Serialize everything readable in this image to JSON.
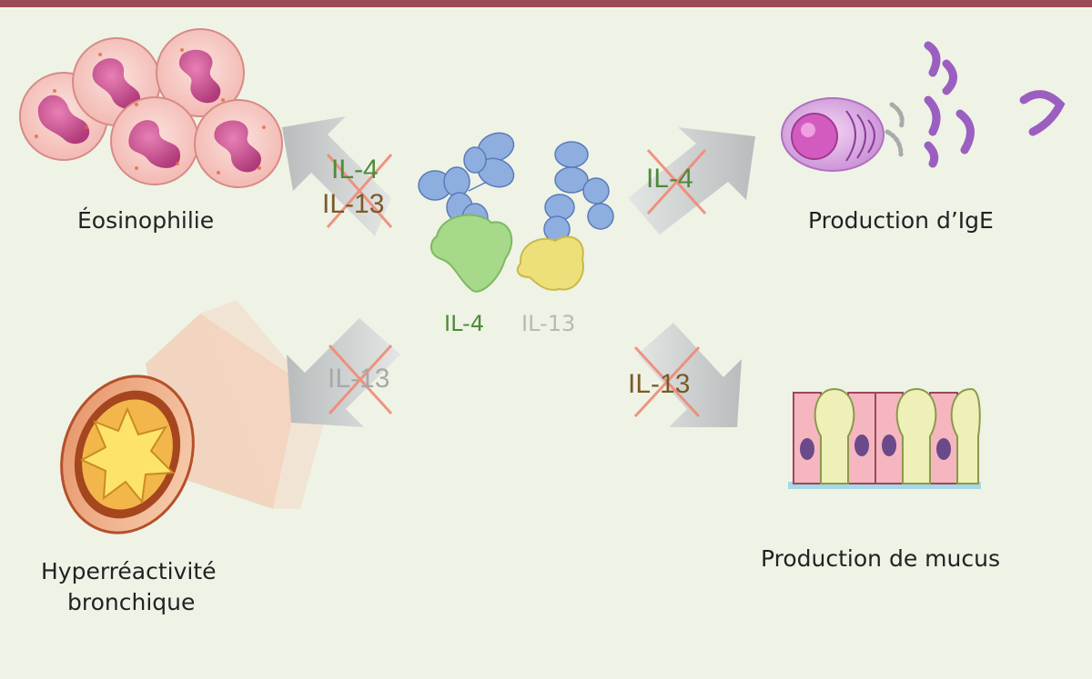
{
  "outcomes": {
    "eosinophilie": "Éosinophilie",
    "ige": "Production d’IgE",
    "hyperreactivite_line1": "Hyperréactivité",
    "hyperreactivite_line2": "bronchique",
    "mucus": "Production de mucus"
  },
  "molecules": {
    "il4": "IL-4",
    "il13": "IL-13"
  },
  "arrows": {
    "top_left_1": "IL-4",
    "top_left_2": "IL-13",
    "top_right": "IL-4",
    "bottom_left": "IL-13",
    "bottom_right": "IL-13"
  },
  "colors": {
    "background": "#eef3e6",
    "top_bar": "#9a4a57",
    "il4_text": "#4f8a3a",
    "il13_text": "#7a5a2a",
    "cross": "#f08a76",
    "antibody": "#8eaee0",
    "il4_protein": "#a6d98a",
    "il13_protein": "#ede07a"
  }
}
